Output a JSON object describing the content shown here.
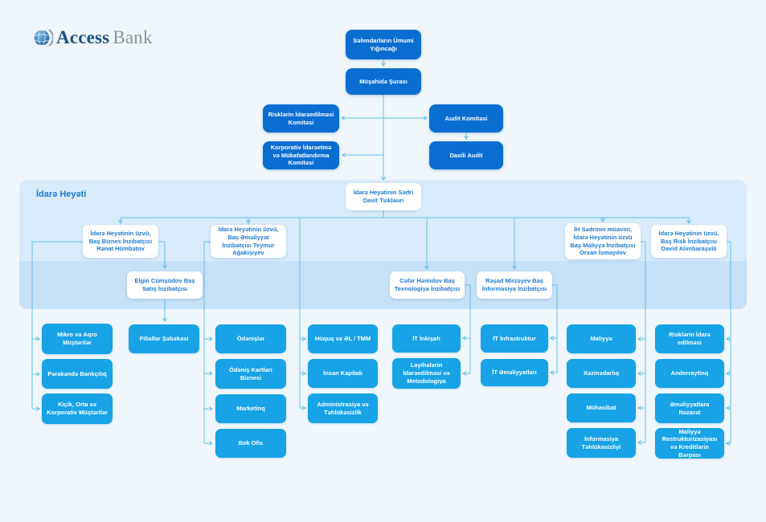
{
  "logo": {
    "name_primary": "Access",
    "name_secondary": "Bank"
  },
  "governance": {
    "shareholders": "Səhmdarların Ümumi Yığıncağı",
    "supervisory_board": "Müşahidə Şurası",
    "risk_committee": "Risklərin İdarəedilməsi Komitəsi",
    "corporate_committee": "Korporativ İdarəetmə və Mükafatlandırma Komitəsi",
    "audit_committee": "Audit Komitəsi",
    "internal_audit": "Daxili Audit"
  },
  "board": {
    "section_label": "İdarə Heyəti",
    "chairman": "İdarə Heyətinin Sədri Davit Tsiklauri",
    "member_business": "İdarə Heyətinin üzvü, Baş Biznes İnzibatçısı Rənat Hümbətov",
    "member_operations": "İdarə Heyətinin üzvü, Baş Əməliyyat İnzibatçısı Teymur Ağakişiyev",
    "member_finance": "İH Sədrinin müavini, İdarə Heyətinin üzvü Baş Maliyyə İnzibatçısı Orxan İsmayılov",
    "member_risk": "İdarə Heyətinin üzvü, Baş Risk İnzibatçısı David Alimbaraşvili",
    "sales_officer": "Elgin Cümşüdov Baş Satış İnzibatçısı",
    "technology_officer": "Cəfər Həmidov Baş Texnologiya İnzibatçısı",
    "information_officer": "Rəşad Mirzəyev Baş İnformasiya İnzibatçısı"
  },
  "departments": {
    "business": [
      "Mikro və Aqro Müştərilər",
      "Pərakəndə Bankçılıq",
      "Kiçik, Orta və Korporativ Müştərilər"
    ],
    "sales": [
      "Filiallar Şəbəkəsi"
    ],
    "operations": [
      "Ödənişlər",
      "Ödəniş Kartları Biznesi",
      "Marketinq",
      "Bek Ofis"
    ],
    "chairman_direct": [
      "Hüquq və ƏL / TMM",
      "İnsan Kapitalı",
      "Administrasiya və Təhlükəsizlik"
    ],
    "technology": [
      "İT İnkişafı",
      "Layihələrin İdarəedilməsi və Metodologiya"
    ],
    "information": [
      "İT İnfrastruktur",
      "İT Əməliyyatları"
    ],
    "finance": [
      "Maliyyə",
      "Xəzinədarlıq",
      "Mühasibat",
      "İnformasiya Təhlükəsizliyi"
    ],
    "risk": [
      "Risklərin İdarə edilməsi",
      "Anderraytinq",
      "Əməliyyatlara Nəzarət",
      "Maliyyə Restrukturizasiyası və Kreditlərin Bərpası"
    ]
  },
  "colors": {
    "navy_box": "#0a6ed1",
    "sky_box": "#17a3e6",
    "wire": "#5fc0ef",
    "panel": "#d9ebfa",
    "panel_band": "#c6e0f6",
    "background": "#eff7fd",
    "blue_text": "#1e7ad2"
  }
}
